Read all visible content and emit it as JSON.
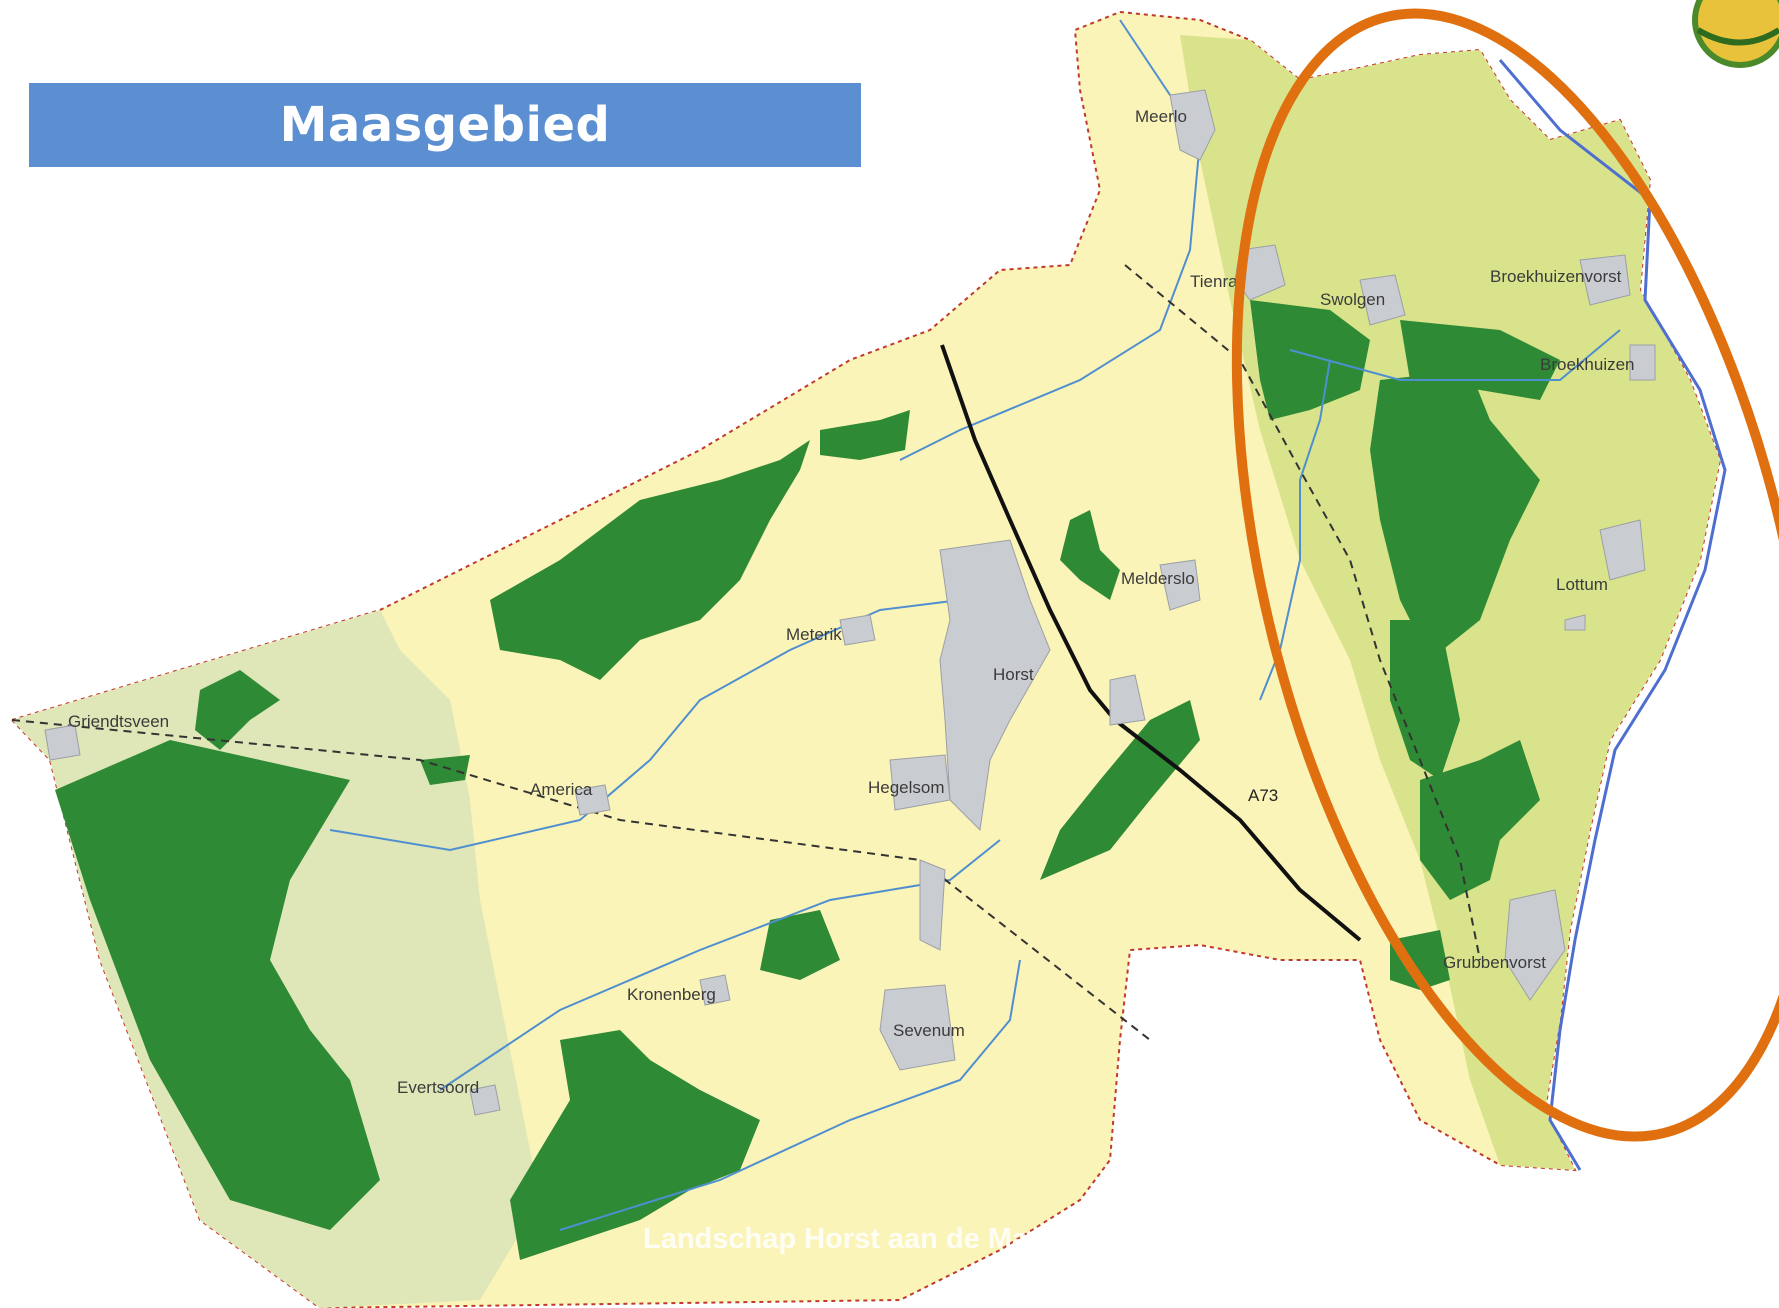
{
  "title": "Maasgebied",
  "caption": "Landschap Horst aan de Maas",
  "road": "A73",
  "places": {
    "meerlo": "Meerlo",
    "tienray": "Tienray",
    "swolgen": "Swolgen",
    "broekhuizenvorst": "Broekhuizenvorst",
    "broekhuizen": "Broekhuizen",
    "lottum": "Lottum",
    "melderslo": "Melderslo",
    "meterik": "Meterik",
    "horst": "Horst",
    "griendtsveen": "Griendtsveen",
    "america": "America",
    "hegelsom": "Hegelsom",
    "grubbenvorst": "Grubbenvorst",
    "kronenberg": "Kronenberg",
    "sevenum": "Sevenum",
    "evertsoord": "Evertsoord"
  },
  "colors": {
    "banner": "#5b8fd1",
    "land": "#fbf4b8",
    "peat": "#dfe6b8",
    "maas_zone": "#d9e38c",
    "forest": "#2e8a34",
    "village": "#c9ccd1",
    "water": "#4f8fd0",
    "highlight_ellipse": "#e0700f",
    "border": "#c0392b"
  },
  "logo": "Horst aan de Maas emblem"
}
